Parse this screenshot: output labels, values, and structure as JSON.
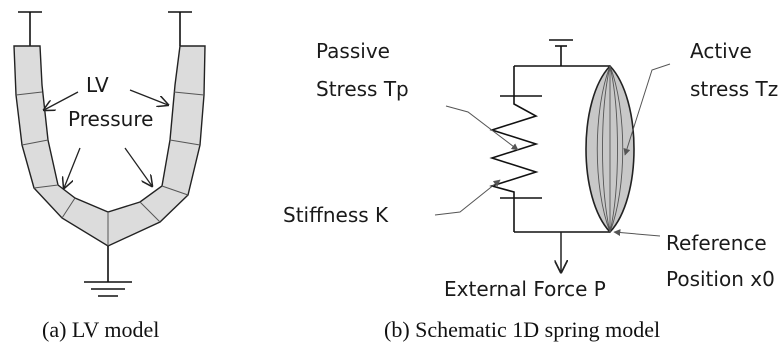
{
  "panel_a": {
    "label_line1": "LV",
    "label_line2": "Pressure",
    "caption": "(a)  LV model"
  },
  "panel_b": {
    "passive_line1": "Passive",
    "passive_line2": "Stress Tp",
    "active_line1": "Active",
    "active_line2": "stress Tz",
    "stiffness": "Stiffness K",
    "reference_line1": "Reference",
    "reference_line2": "Position x0",
    "external_force": "External Force P",
    "caption": "(b)  Schematic 1D spring model"
  },
  "colors": {
    "wall_fill": "#dcdcdc",
    "muscle_fill": "#c8c8c8",
    "line": "#111111"
  }
}
